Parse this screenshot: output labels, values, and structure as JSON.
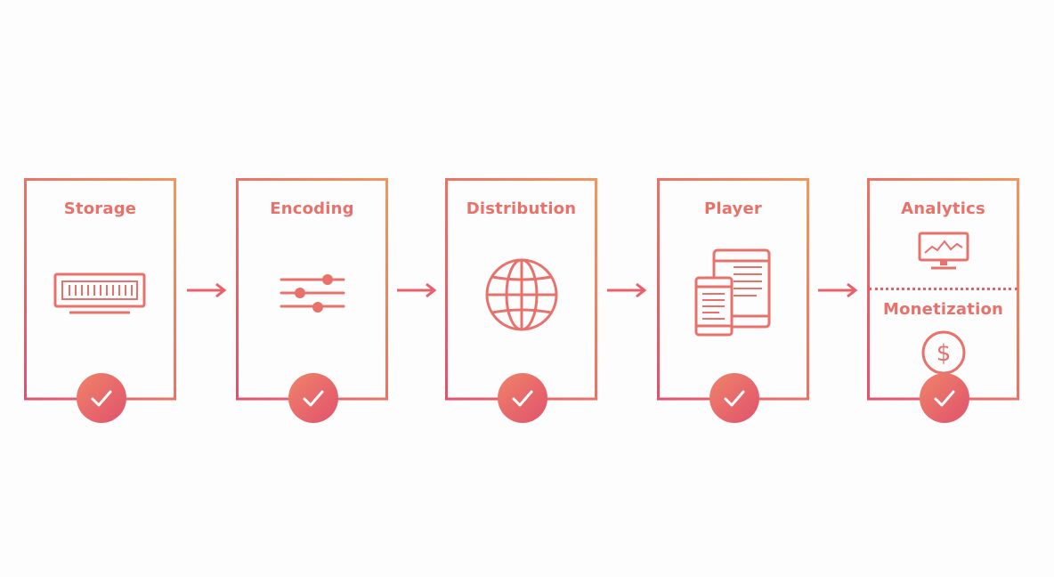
{
  "colors": {
    "accent": "#e9606b",
    "gradient_start": "#e0526c",
    "gradient_end": "#f0925e",
    "background": "#fefdfd"
  },
  "steps": [
    {
      "id": "storage",
      "title": "Storage",
      "icon": "storage-drive-icon",
      "status": "complete"
    },
    {
      "id": "encoding",
      "title": "Encoding",
      "icon": "sliders-icon",
      "status": "complete"
    },
    {
      "id": "distribution",
      "title": "Distribution",
      "icon": "globe-icon",
      "status": "complete"
    },
    {
      "id": "player",
      "title": "Player",
      "icon": "devices-icon",
      "status": "complete"
    },
    {
      "id": "analytics",
      "title": "Analytics",
      "title2": "Monetization",
      "icon": "monitor-chart-icon",
      "icon2": "dollar-icon",
      "status": "complete"
    }
  ]
}
